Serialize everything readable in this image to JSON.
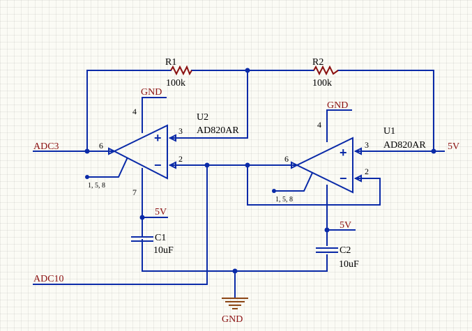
{
  "net_labels": {
    "adc3": "ADC3",
    "adc10": "ADC10",
    "supply_top_right": "5V",
    "supply_u2": "5V",
    "supply_u1": "5V",
    "gnd_u2": "GND",
    "gnd_u1": "GND",
    "gnd_bottom": "GND"
  },
  "resistors": [
    {
      "designator": "R1",
      "value": "100k"
    },
    {
      "designator": "R2",
      "value": "100k"
    }
  ],
  "capacitors": [
    {
      "designator": "C1",
      "value": "10uF"
    },
    {
      "designator": "C2",
      "value": "10uF"
    }
  ],
  "opamps": {
    "u2": {
      "designator": "U2",
      "part": "AD820AR",
      "pin_out": "6",
      "pin_noninv": "3",
      "pin_inv": "2",
      "pin_vplus": "4",
      "pin_vminus": "7",
      "pin_nc": "1, 5, 8",
      "sign_plus": "+",
      "sign_minus": "−"
    },
    "u1": {
      "designator": "U1",
      "part": "AD820AR",
      "pin_out": "6",
      "pin_noninv": "3",
      "pin_inv": "2",
      "pin_vplus": "4",
      "pin_nc": "1, 5, 8",
      "sign_plus": "+",
      "sign_minus": "−"
    }
  },
  "colors": {
    "wire": "#0a2aa8",
    "net_label": "#8b1010",
    "ground_symbol": "#8b4513",
    "background": "#fbfbf5"
  }
}
